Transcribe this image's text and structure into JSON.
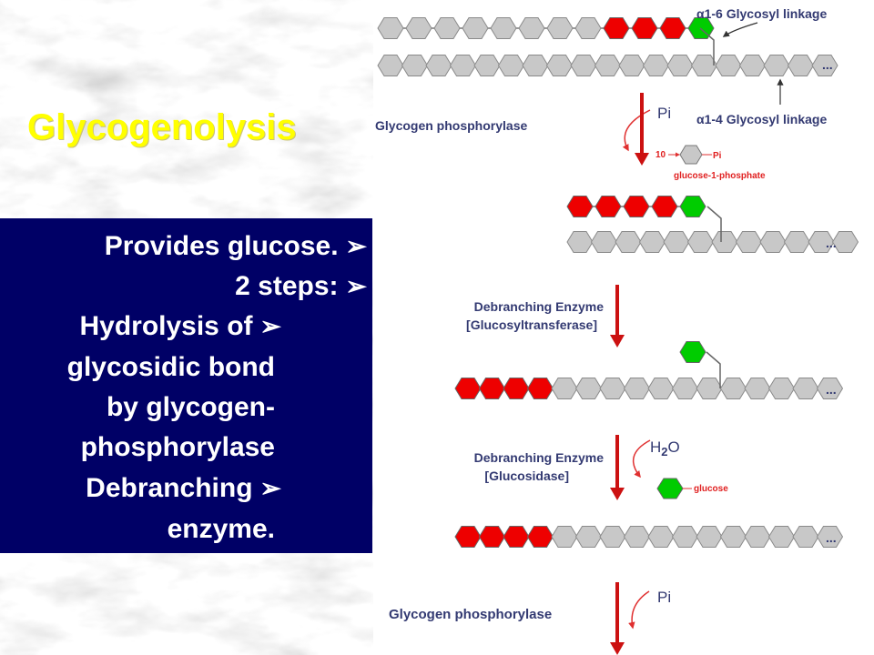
{
  "title": "Glycogenolysis",
  "bullets": [
    {
      "text": "Provides glucose.",
      "arrow": "➢"
    },
    {
      "text": "2 steps:",
      "arrow": "➢"
    },
    {
      "text": "Hydrolysis of",
      "arrow": "➢"
    },
    {
      "text": "glycosidic bond",
      "arrow": ""
    },
    {
      "text": "by glycogen-",
      "arrow": ""
    },
    {
      "text": "phosphorylase",
      "arrow": ""
    },
    {
      "text": "Debranching",
      "arrow": "➢"
    },
    {
      "text": "enzyme.",
      "arrow": ""
    }
  ],
  "labels": {
    "alpha16": "α1-6 Glycosyl linkage",
    "alpha14": "α1-4 Glycosyl linkage",
    "phosphorylase1": "Glycogen phosphorylase",
    "pi1": "Pi",
    "ten": "10",
    "pi_small": "Pi",
    "g1p": "glucose-1-phosphate",
    "debranch1_name": "Debranching Enzyme",
    "debranch1_type": "[Glucosyltransferase]",
    "debranch2_name": "Debranching Enzyme",
    "debranch2_type": "[Glucosidase]",
    "h2o_h": "H",
    "h2o_2": "2",
    "h2o_o": "O",
    "glucose": "glucose",
    "phosphorylase2": "Glycogen phosphorylase",
    "pi2": "Pi",
    "ellipsis": "..."
  },
  "colors": {
    "bullet_bg": "#000066",
    "title": "#ffff00",
    "red_residue": "#ee0000",
    "green_residue": "#00cc00",
    "grey_residue": "#c8c8c8",
    "arrow": "#cc1111",
    "label": "#333a72"
  },
  "chains": [
    {
      "name": "chain-1-top",
      "residues": [
        "grey",
        "grey",
        "grey",
        "grey",
        "grey",
        "grey",
        "grey",
        "grey",
        "red",
        "red",
        "red",
        "green"
      ]
    },
    {
      "name": "chain-1-bottom",
      "residues": [
        "grey",
        "grey",
        "grey",
        "grey",
        "grey",
        "grey",
        "grey",
        "grey",
        "grey",
        "grey",
        "grey",
        "grey",
        "grey",
        "grey",
        "grey",
        "grey",
        "grey",
        "grey",
        "grey"
      ]
    },
    {
      "name": "chain-2-top",
      "residues": [
        "red",
        "red",
        "red",
        "red",
        "green"
      ]
    },
    {
      "name": "chain-2-bottom",
      "residues": [
        "grey",
        "grey",
        "grey",
        "grey",
        "grey",
        "grey",
        "grey",
        "grey",
        "grey",
        "grey",
        "grey",
        "grey"
      ]
    },
    {
      "name": "chain-3-branch",
      "residues": [
        "green"
      ]
    },
    {
      "name": "chain-3-main",
      "residues": [
        "red",
        "red",
        "red",
        "red",
        "grey",
        "grey",
        "grey",
        "grey",
        "grey",
        "grey",
        "grey",
        "grey",
        "grey",
        "grey",
        "grey",
        "grey"
      ]
    },
    {
      "name": "chain-4-main",
      "residues": [
        "red",
        "red",
        "red",
        "red",
        "grey",
        "grey",
        "grey",
        "grey",
        "grey",
        "grey",
        "grey",
        "grey",
        "grey",
        "grey",
        "grey",
        "grey"
      ]
    }
  ]
}
